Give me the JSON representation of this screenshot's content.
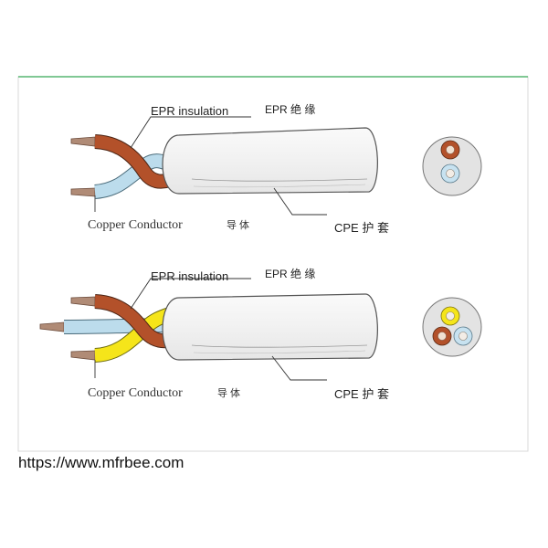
{
  "colors": {
    "top_rule": "#34a853",
    "frame_border": "#d8d8d8",
    "jacket": "#f3f3f3",
    "brown_core": "#b3512a",
    "blue_core": "#b9dcee",
    "yellow_core": "#f5e51a",
    "copper": "#a87a62"
  },
  "diagrams": [
    {
      "cores": "2-core",
      "label_insulation_en": "EPR insulation",
      "label_insulation_cn": "EPR 绝 缘",
      "label_conductor_en": "Copper Conductor",
      "label_conductor_cn": "导 体",
      "label_jacket": "CPE 护 套"
    },
    {
      "cores": "3-core",
      "label_insulation_en": "EPR insulation",
      "label_insulation_cn": "EPR 绝 缘",
      "label_conductor_en": "Copper Conductor",
      "label_conductor_cn": "导 体",
      "label_jacket": "CPE 护 套"
    }
  ],
  "watermark": "https://www.mfrbee.com"
}
